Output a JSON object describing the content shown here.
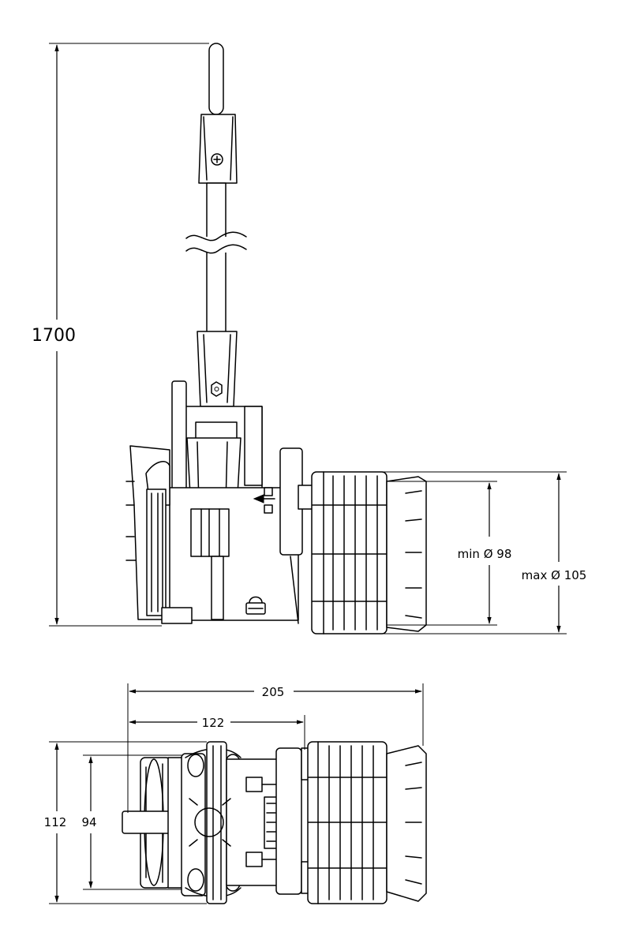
{
  "dimensions": {
    "total_height": "1700",
    "min_diameter": "min Ø 98",
    "max_diameter": "max Ø 105",
    "overall_length": "205",
    "body_length": "122",
    "outer_height": "112",
    "inner_height": "94"
  },
  "icons": {
    "screw": "screw-head-icon",
    "nut": "hex-nut-icon",
    "lock": "padlock-icon",
    "arrow": "flow-arrow-icon"
  }
}
